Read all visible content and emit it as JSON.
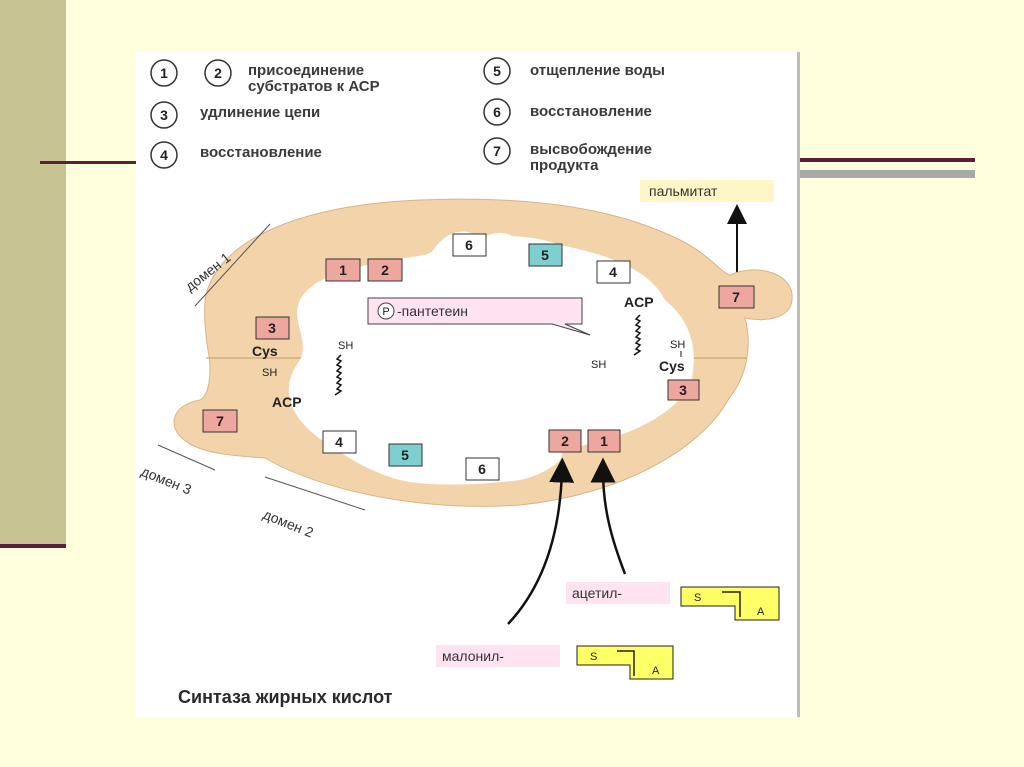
{
  "legend": {
    "items": [
      {
        "nums": [
          "1",
          "2"
        ],
        "text": "присоединение",
        "text2": "субстратов к АСР"
      },
      {
        "nums": [
          "3"
        ],
        "text": "удлинение цепи"
      },
      {
        "nums": [
          "4"
        ],
        "text": "восстановление"
      },
      {
        "nums": [
          "5"
        ],
        "text": "отщепление воды"
      },
      {
        "nums": [
          "6"
        ],
        "text": "восстановление"
      },
      {
        "nums": [
          "7"
        ],
        "text": "высвобождение",
        "text2": "продукта"
      }
    ]
  },
  "product": "пальмитат",
  "pantetheine": {
    "p": "P",
    "label": "-пантетеин"
  },
  "domains": {
    "d1": "домен 1",
    "d2": "домен 2",
    "d3": "домен 3"
  },
  "labels": {
    "cys": "Cys",
    "sh": "SH",
    "acp": "ACP"
  },
  "boxes": {
    "n1": "1",
    "n2": "2",
    "n3": "3",
    "n4": "4",
    "n5": "5",
    "n6": "6",
    "n7": "7"
  },
  "substrates": {
    "acetyl": "ацетил-",
    "malonyl": "малонил-",
    "s": "S",
    "a": "A"
  },
  "caption": "Синтаза жирных кислот",
  "colors": {
    "pink": "#eea79f",
    "blue": "#7fcfd0",
    "enzyme": "#f3d4aa",
    "yellow": "#ffff66",
    "tag_bg": "#fff6c8",
    "bubble": "#ffe0f0"
  }
}
